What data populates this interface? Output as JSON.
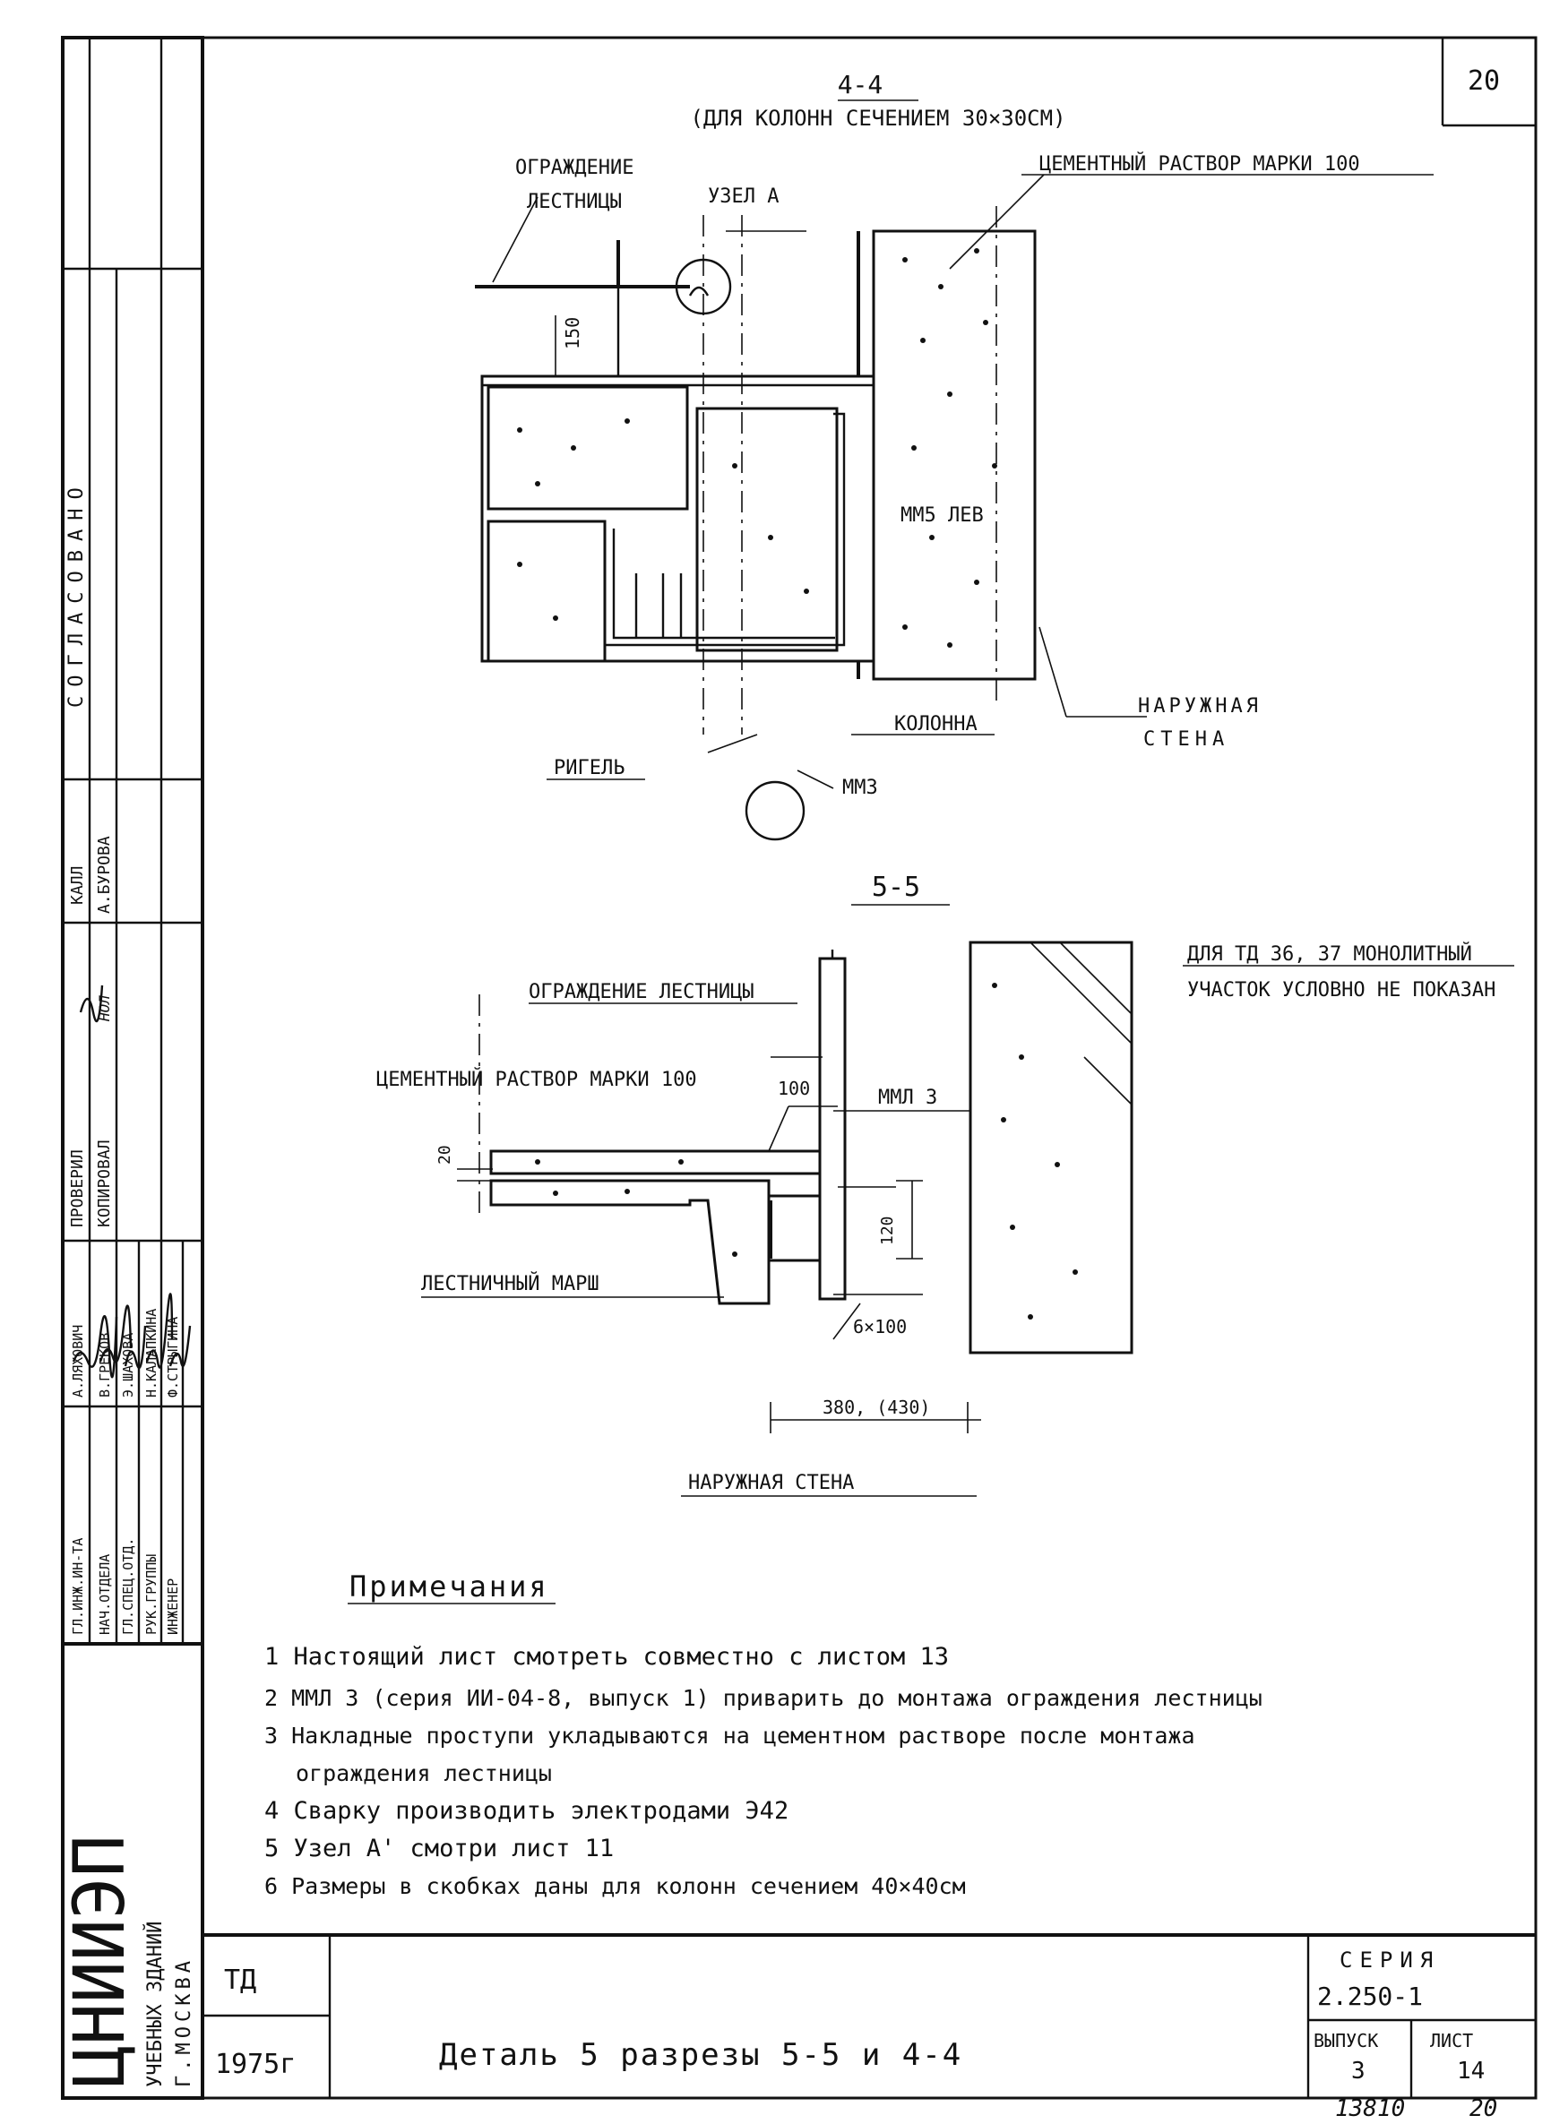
{
  "sheet_number": "20",
  "section_44": {
    "title": "4-4",
    "subtitle": "(ДЛЯ КОЛОНН СЕЧЕНИЕМ 30×30СМ)",
    "label_railing_1": "ОГРАЖДЕНИЕ",
    "label_railing_2": "ЛЕСТНИЦЫ",
    "label_node": "УЗЕЛ А",
    "label_mortar": "ЦЕМЕНТНЫЙ РАСТВОР МАРКИ 100",
    "dim_150": "150",
    "label_mm5": "ММ5 ЛЕВ",
    "label_column": "КОЛОННА",
    "label_wall_1": "НАРУЖНАЯ",
    "label_wall_2": "СТЕНА",
    "label_rigel": "РИГЕЛЬ",
    "label_mm3": "ММ3"
  },
  "section_55": {
    "title": "5-5",
    "note_1": "ДЛЯ ТД 36, 37 МОНОЛИТНЫЙ",
    "note_2": "УЧАСТОК УСЛОВНО НЕ ПОКАЗАН",
    "label_railing": "ОГРАЖДЕНИЕ ЛЕСТНИЦЫ",
    "label_mortar": "ЦЕМЕНТНЫЙ РАСТВОР МАРКИ 100",
    "dim_100": "100",
    "label_mml3": "ММЛ 3",
    "dim_20": "20",
    "dim_120": "120",
    "label_stair": "ЛЕСТНИЧНЫЙ МАРШ",
    "dim_6x100": "6×100",
    "dim_380": "380, (430)",
    "label_wall": "НАРУЖНАЯ СТЕНА"
  },
  "notes": {
    "heading": "Примечания",
    "items": [
      "1 Настоящий лист смотреть совместно с листом 13",
      "2 ММЛ 3 (серия ИИ-04-8, выпуск 1) приварить до монтажа ограждения лестницы",
      "3 Накладные проступи укладываются на цементном растворе после монтажа",
      "ограждения лестницы",
      "4 Сварку производить электродами Э42",
      "5 Узел А' смотри лист 11",
      "6 Размеры в скобках даны для колонн сечением 40×40см"
    ]
  },
  "side_stamp": {
    "agreed": "СОГЛАСОВАНО",
    "roles": [
      "ГЛ.ИНЖ.ИН-ТА",
      "НАЧ.ОТДЕЛА",
      "ГЛ.СПЕЦ.ОТД.",
      "РУК.ГРУППЫ",
      "ИНЖЕНЕР"
    ],
    "names": [
      "А.ЛЯХОВИЧ",
      "В.ГРЕКОВ",
      "Э.ШАХОВА",
      "Н.КАЛАПКИНА",
      "Ф.СТРЫГИНА"
    ],
    "checked_label": "ПРОВЕРИЛ",
    "copied_label": "КОПИРОВАЛ",
    "kalla_label": "КАЛЛ",
    "kalla_name": "А.БУРОВА",
    "copied_name": "НОЛ",
    "org_line_1": "ЦНИИЭП",
    "org_line_2": "УЧЕБНЫХ ЗДАНИЙ",
    "org_line_3": "Г.МОСКВА"
  },
  "title_block": {
    "code": "ТД",
    "year": "1975г",
    "title": "Деталь 5 разрезы 5-5 и 4-4",
    "series_label": "СЕРИЯ",
    "series_value": "2.250-1",
    "issue_label": "ВЫПУСК",
    "issue_value": "3",
    "sheet_label": "ЛИСТ",
    "sheet_value": "14",
    "archive_no": "13810",
    "archive_sheet": "20"
  }
}
